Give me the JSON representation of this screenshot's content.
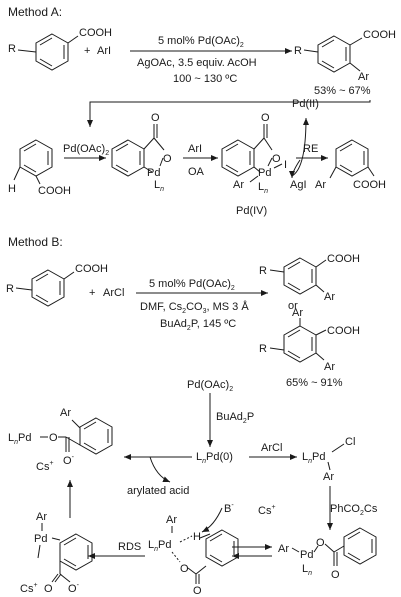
{
  "method_a": {
    "header": "Method A:",
    "reactant_r": "R",
    "cooh": "COOH",
    "plus": "+",
    "ari": "ArI",
    "catalyst": "5 mol% Pd(OAc)",
    "catalyst_sub": "2",
    "additives": "AgOAc, 3.5 equiv. AcOH",
    "temperature": "100 ~ 130 ºC",
    "product_ar": "Ar",
    "yield": "53% ~ 67%",
    "pd_ii": "Pd(II)",
    "pd_oac2": "Pd(OAc)",
    "pd_oac2_sub": "2",
    "h": "H",
    "o": "O",
    "pd": "Pd",
    "ln": "L",
    "ln_sub": "n",
    "oa": "OA",
    "i": "I",
    "ar": "Ar",
    "re": "RE",
    "agi": "AgI",
    "pd_iv": "Pd(IV)"
  },
  "method_b": {
    "header": "Method B:",
    "arcl": "ArCl",
    "or": "or",
    "catalyst": "5 mol% Pd(OAc)",
    "catalyst_sub": "2",
    "conditions_1": "DMF, Cs",
    "conditions_1b": "2",
    "conditions_1c": "CO",
    "conditions_1d": "3",
    "conditions_1e": ", MS 3 Å",
    "conditions_2": "BuAd",
    "conditions_2b": "2",
    "conditions_2c": "P, 145 ºC",
    "yield": "65% ~ 91%",
    "pd_oac2": "Pd(OAc)",
    "pd_oac2_sub": "2",
    "ligand": "BuAd",
    "ligand_sub": "2",
    "ligand_p": "P",
    "lnpd0": "Pd(0)",
    "cl": "Cl",
    "arylated_acid": "arylated acid",
    "base": "B",
    "base_charge": "-",
    "cs_plus": "Cs",
    "phco2cs": "PhCO",
    "phco2cs_sub": "2",
    "phco2cs_end": "Cs",
    "rds": "RDS",
    "o_minus": "O",
    "cs": "Cs"
  }
}
